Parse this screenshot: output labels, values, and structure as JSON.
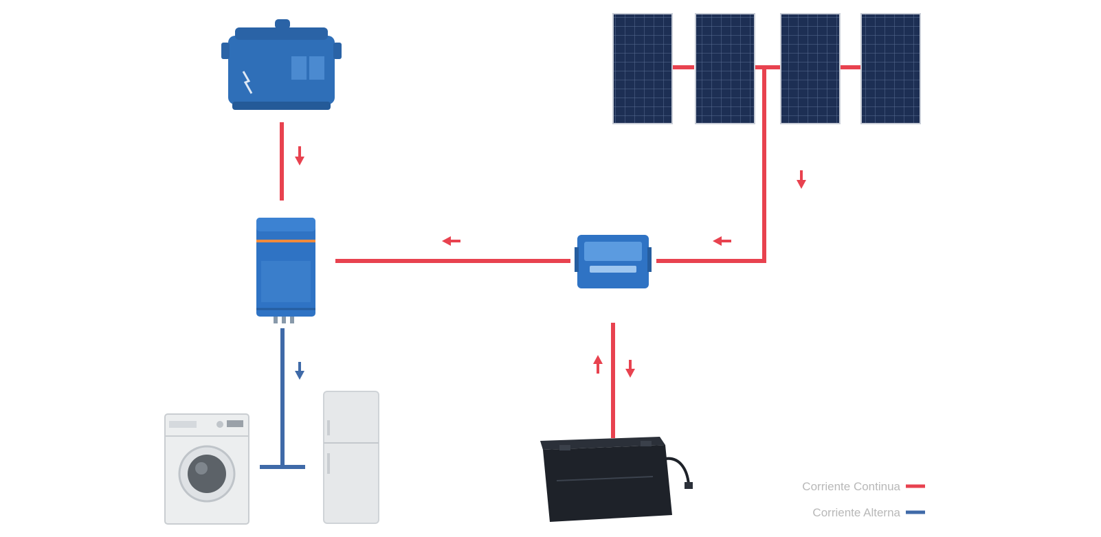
{
  "colors": {
    "dc_wire": "#e8424f",
    "ac_wire": "#3f6aa8",
    "victron_blue": "#2f73c4",
    "panel_navy": "#1d2f54",
    "battery_black": "#1e2229",
    "appliance_white": "#eceeef",
    "legend_text": "#b8b8b8"
  },
  "components": [
    {
      "id": "generator",
      "icon": "generator-icon"
    },
    {
      "id": "inverter-charger",
      "icon": "inverter-charger-icon"
    },
    {
      "id": "charge-controller",
      "icon": "charge-controller-icon"
    },
    {
      "id": "solar-panel-1",
      "icon": "solar-panel-icon"
    },
    {
      "id": "solar-panel-2",
      "icon": "solar-panel-icon"
    },
    {
      "id": "solar-panel-3",
      "icon": "solar-panel-icon"
    },
    {
      "id": "solar-panel-4",
      "icon": "solar-panel-icon"
    },
    {
      "id": "battery",
      "icon": "battery-icon"
    },
    {
      "id": "washing-machine",
      "icon": "washing-machine-icon"
    },
    {
      "id": "refrigerator",
      "icon": "refrigerator-icon"
    }
  ],
  "legend": {
    "dc_label": "Corriente Continua",
    "ac_label": "Corriente Alterna"
  }
}
